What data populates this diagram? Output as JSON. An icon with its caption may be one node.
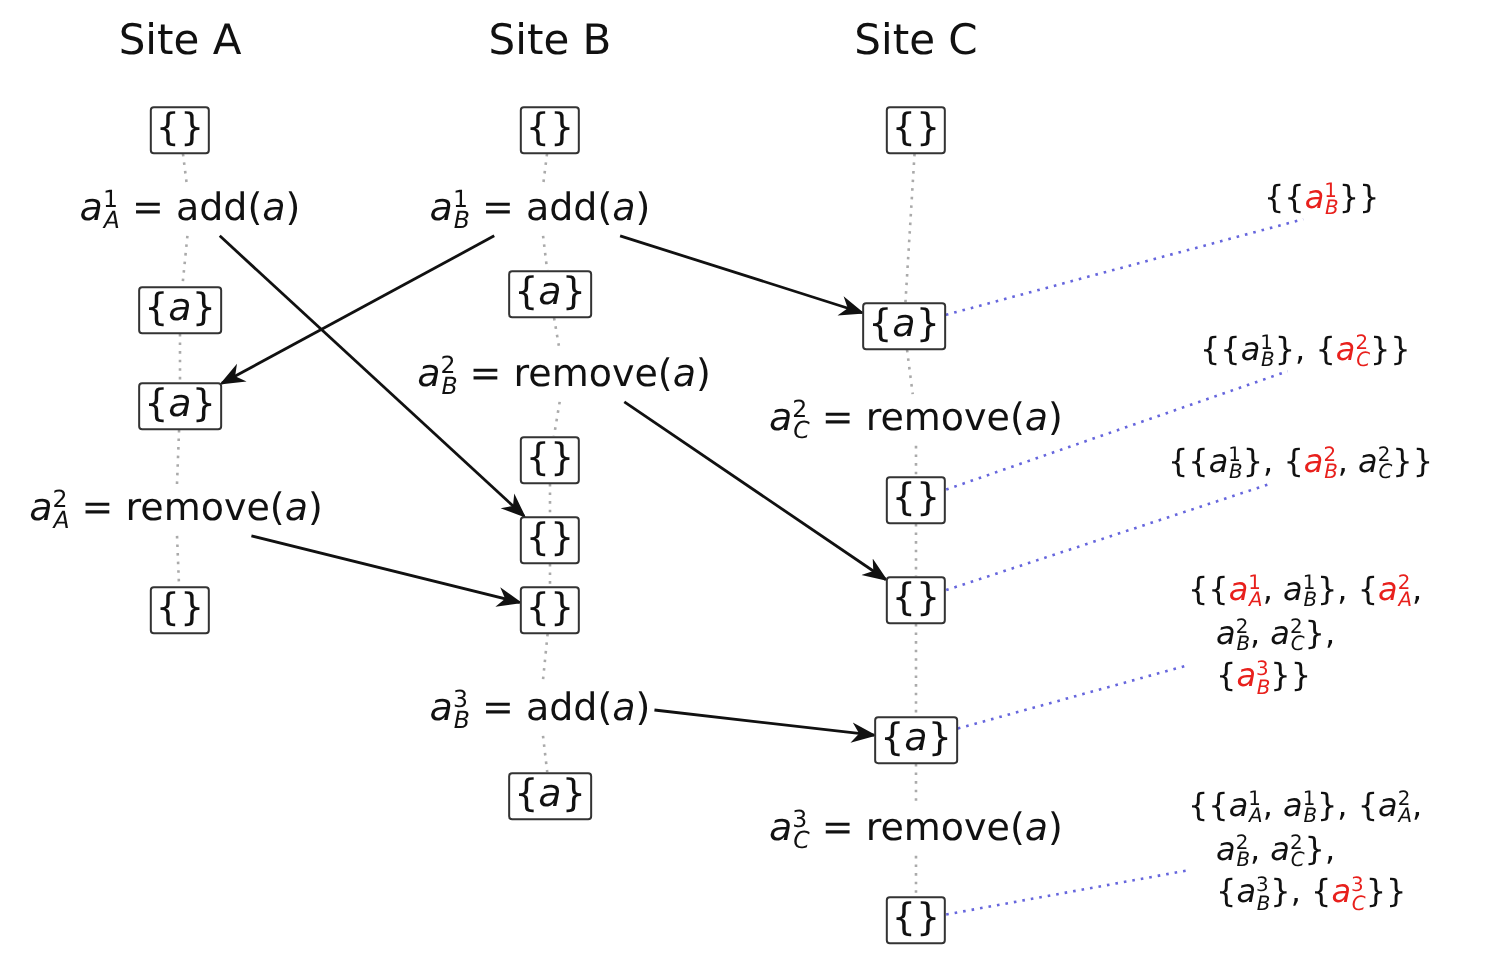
{
  "diagram": {
    "nodes": [
      {
        "text": [
          "{}"
        ]
      },
      {
        "text": [
          "*a*$^{1}$$_{A}$ = add(*a*)"
        ]
      },
      {
        "text": [
          "{*a*}"
        ]
      },
      {
        "text": [
          "{*a*}"
        ]
      },
      {
        "text": [
          "*a*$^{2}$$_{A}$ = remove(*a*)"
        ]
      },
      {
        "text": [
          "{}"
        ]
      },
      {
        "text": [
          "{}"
        ]
      },
      {
        "text": [
          "*a*$^{1}$$_{B}$ = add(*a*)"
        ]
      },
      {
        "text": [
          "{*a*}"
        ]
      },
      {
        "text": [
          "*a*$^{2}$$_{B}$ = remove(*a*)"
        ]
      },
      {
        "text": [
          "{}"
        ]
      },
      {
        "text": [
          "{}"
        ]
      },
      {
        "text": [
          "{}"
        ]
      },
      {
        "text": [
          "*a*$^{3}$$_{B}$ = add(*a*)"
        ]
      },
      {
        "text": [
          "{*a*}"
        ]
      },
      {
        "text": [
          "{}"
        ]
      },
      {
        "text": [
          "{*a*}"
        ]
      },
      {
        "text": [
          "*a*$^{2}$$_{C}$ = remove(*a*)"
        ]
      },
      {
        "text": [
          "{}"
        ]
      },
      {
        "text": [
          "{}"
        ]
      },
      {
        "text": [
          "{*a*}"
        ]
      },
      {
        "text": [
          "*a*$^{3}$$_{C}$ = remove(*a*)"
        ]
      },
      {
        "text": [
          "{}"
        ]
      },
      {
        "text": [
          "{{*a*$^{1}$$_{B}$}}"
        ]
      },
      {
        "text": [
          "{{*a*$^{1}$$_{B}$}, {*a*$^{2}$$_{C}$}}"
        ]
      },
      {
        "text": [
          "{{*a*$^{1}$$_{B}$}, {*a*$^{2}$$_{B}$, *a*$^{2}$$_{C}$}}"
        ]
      },
      {
        "text": [
          "{{*a*$^{1}$$_{A}$, *a*$^{1}$$_{B}$}, {*a*$^{2}$$_{A}$, *a*$^{2}$$_{B}$, *a*$^{2}$$_{C}$}, {*a*$^{3}$$_{B}$}}"
        ]
      },
      {
        "text": [
          "{{*a*$^{1}$$_{A}$, *a*$^{1}$$_{B}$}, {*a*$^{2}$$_{A}$, *a*$^{2}$$_{B}$, *a*$^{2}$$_{C}$}, {*a*$^{3}$$_{B}$}, {*a*$^{3}$$_{C}$}}"
        ]
      }
    ],
    "edges": [
      {
        "from": 0,
        "to": 1,
        "arrow": "none",
        "style": "dashed",
        "color": "#aaaaaa"
      },
      {
        "from": 1,
        "to": 2,
        "arrow": "none",
        "style": "dashed",
        "color": "#aaaaaa"
      },
      {
        "from": 2,
        "to": 3,
        "arrow": "none",
        "style": "dashed",
        "color": "#aaaaaa"
      },
      {
        "from": 3,
        "to": 4,
        "arrow": "none",
        "style": "dashed",
        "color": "#aaaaaa"
      },
      {
        "from": 4,
        "to": 5,
        "arrow": "none",
        "style": "dashed",
        "color": "#aaaaaa"
      },
      {
        "from": 6,
        "to": 7,
        "arrow": "none",
        "style": "dashed",
        "color": "#aaaaaa"
      },
      {
        "from": 7,
        "to": 8,
        "arrow": "none",
        "style": "dashed",
        "color": "#aaaaaa"
      },
      {
        "from": 8,
        "to": 9,
        "arrow": "none",
        "style": "dashed",
        "color": "#aaaaaa"
      },
      {
        "from": 9,
        "to": 10,
        "arrow": "none",
        "style": "dashed",
        "color": "#aaaaaa"
      },
      {
        "from": 10,
        "to": 11,
        "arrow": "none",
        "style": "dashed",
        "color": "#aaaaaa"
      },
      {
        "from": 11,
        "to": 12,
        "arrow": "none",
        "style": "dashed",
        "color": "#aaaaaa"
      },
      {
        "from": 12,
        "to": 13,
        "arrow": "none",
        "style": "dashed",
        "color": "#aaaaaa"
      },
      {
        "from": 13,
        "to": 14,
        "arrow": "none",
        "style": "dashed",
        "color": "#aaaaaa"
      },
      {
        "from": 15,
        "to": 16,
        "arrow": "none",
        "style": "dashed",
        "color": "#aaaaaa"
      },
      {
        "from": 16,
        "to": 17,
        "arrow": "none",
        "style": "dashed",
        "color": "#aaaaaa"
      },
      {
        "from": 17,
        "to": 18,
        "arrow": "none",
        "style": "dashed",
        "color": "#aaaaaa"
      },
      {
        "from": 18,
        "to": 19,
        "arrow": "none",
        "style": "dashed",
        "color": "#aaaaaa"
      },
      {
        "from": 19,
        "to": 20,
        "arrow": "none",
        "style": "dashed",
        "color": "#aaaaaa"
      },
      {
        "from": 20,
        "to": 21,
        "arrow": "none",
        "style": "dashed",
        "color": "#aaaaaa"
      },
      {
        "from": 21,
        "to": 22,
        "arrow": "none",
        "style": "dashed",
        "color": "#aaaaaa"
      },
      {
        "from": 1,
        "to": 11,
        "arrow": "to",
        "color": "#111111"
      },
      {
        "from": 7,
        "to": 3,
        "arrow": "to",
        "color": "#111111"
      },
      {
        "from": 7,
        "to": 16,
        "arrow": "to",
        "color": "#111111"
      },
      {
        "from": 4,
        "to": 12,
        "arrow": "to",
        "color": "#111111"
      },
      {
        "from": 9,
        "to": 19,
        "arrow": "to",
        "color": "#111111"
      },
      {
        "from": 13,
        "to": 20,
        "arrow": "to",
        "color": "#111111"
      },
      {
        "from": 16,
        "to": 23,
        "arrow": "none",
        "style": "dashed",
        "color": "#6666dd"
      },
      {
        "from": 18,
        "to": 24,
        "arrow": "none",
        "style": "dashed",
        "color": "#6666dd"
      },
      {
        "from": 19,
        "to": 25,
        "arrow": "none",
        "style": "dashed",
        "color": "#6666dd"
      },
      {
        "from": 20,
        "to": 26,
        "arrow": "none",
        "style": "dashed",
        "color": "#6666dd"
      },
      {
        "from": 22,
        "to": 27,
        "arrow": "none",
        "style": "dashed",
        "color": "#6666dd"
      }
    ],
    "labels": [
      "Site A",
      "Site B",
      "Site C"
    ]
  }
}
